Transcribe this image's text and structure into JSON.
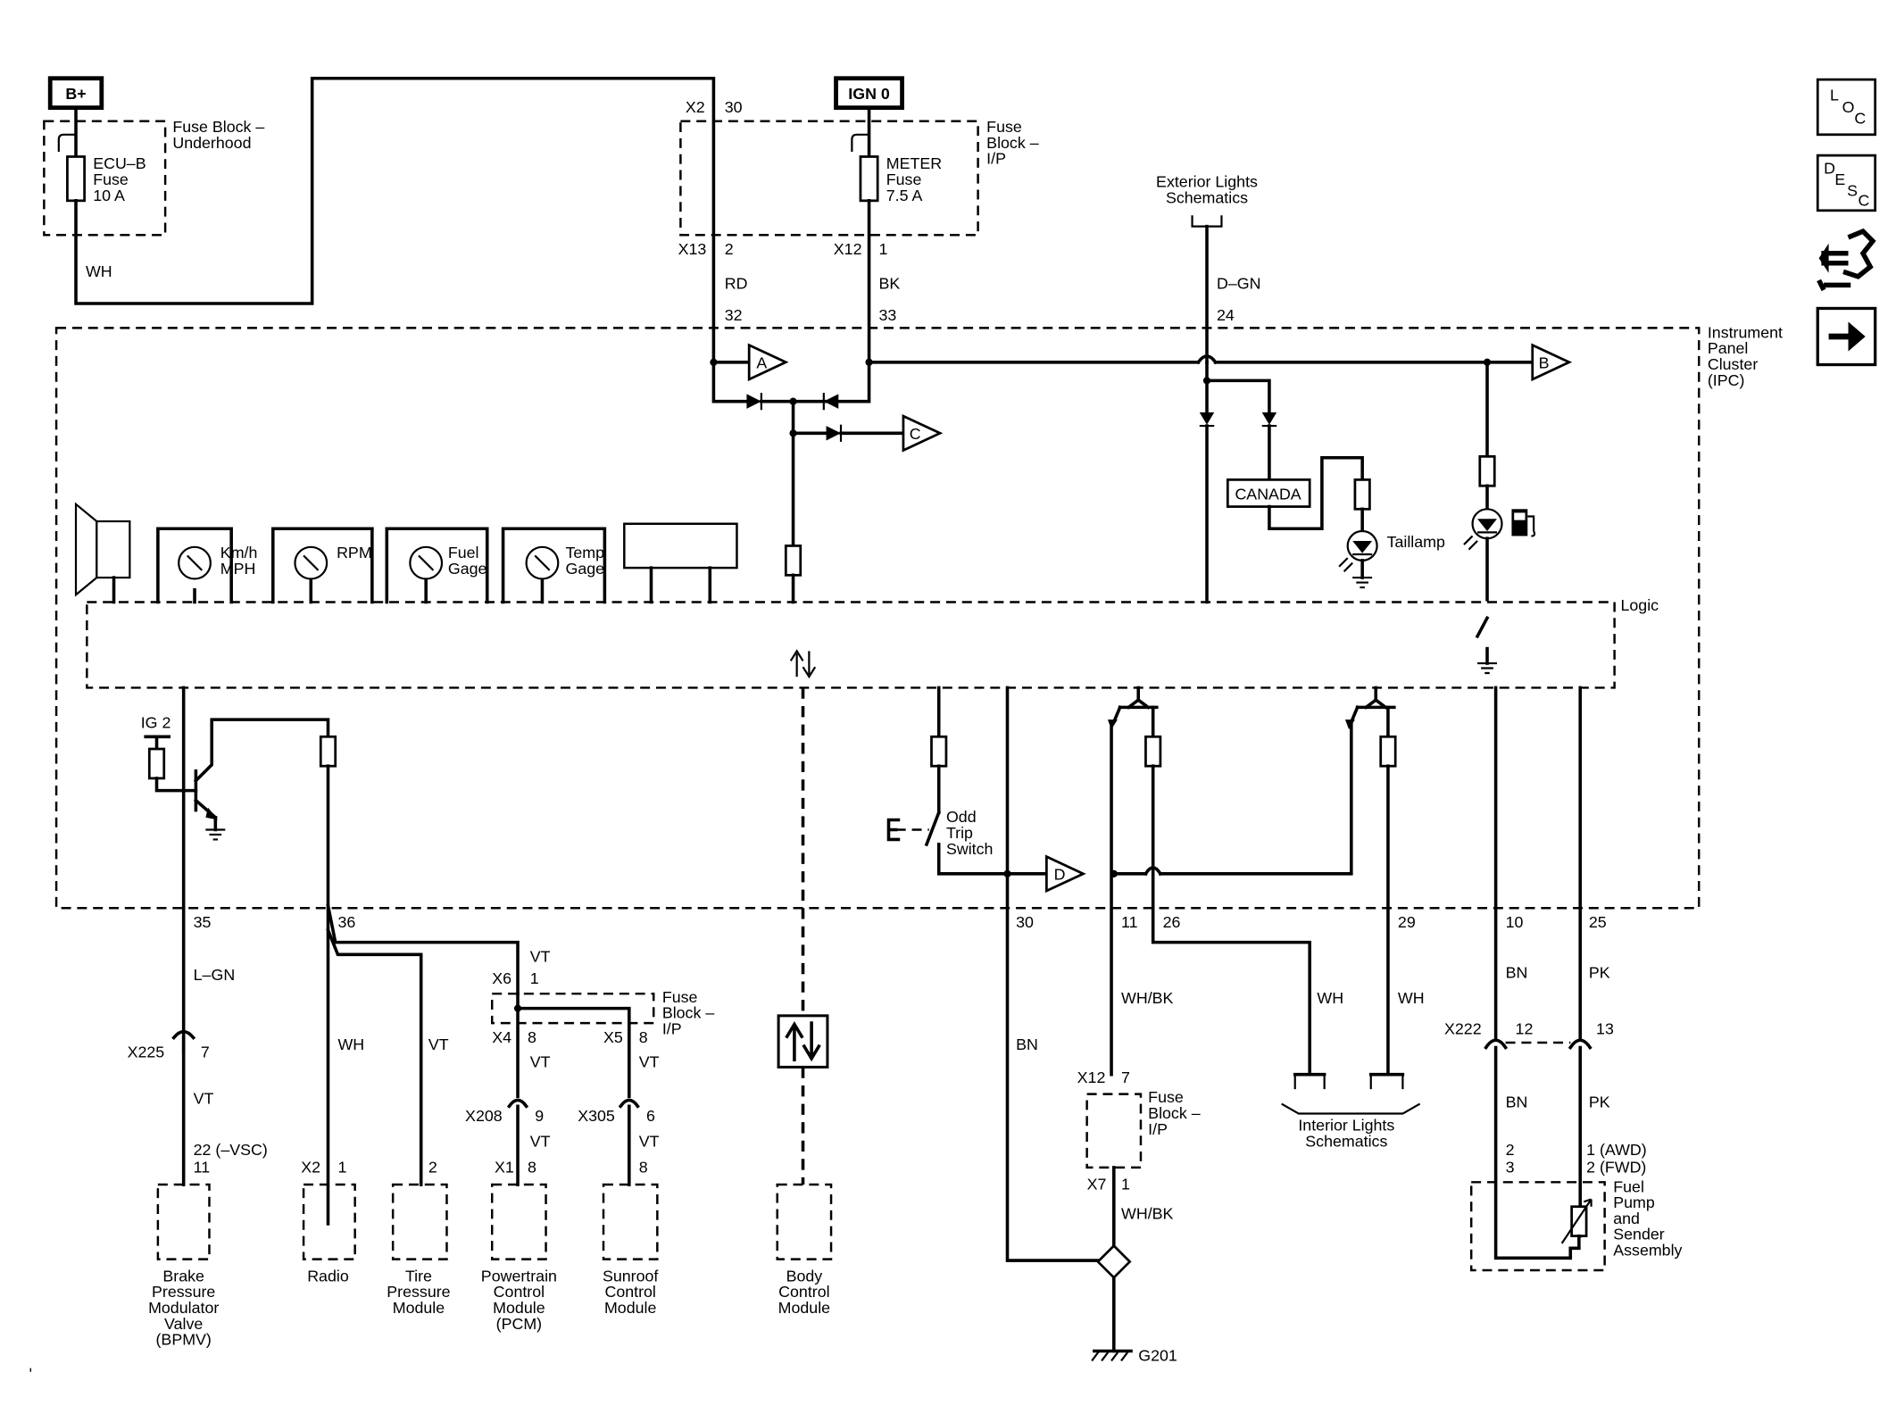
{
  "power": {
    "bplus": "B+",
    "ign0": "IGN 0",
    "fuse_block_underhood": [
      "Fuse Block –",
      "Underhood"
    ],
    "ecu_fuse": [
      "ECU–B",
      "Fuse",
      "10 A"
    ],
    "fuse_block_ip_top": [
      "Fuse",
      "Block –",
      "I/P"
    ],
    "meter_fuse": [
      "METER",
      "Fuse",
      "7.5 A"
    ]
  },
  "connectors_top": {
    "x2": "X2",
    "x2_pin": "30",
    "x13": "X13",
    "x13_pin": "2",
    "x12": "X12",
    "x12_pin": "1",
    "wh": "WH",
    "rd": "RD",
    "bk": "BK",
    "pin32": "32",
    "pin33": "33"
  },
  "exterior": {
    "title": [
      "Exterior Lights",
      "Schematics"
    ],
    "wire": "D–GN",
    "pin": "24"
  },
  "ipc": {
    "title": [
      "Instrument",
      "Panel",
      "Cluster",
      "(IPC)"
    ],
    "logic": "Logic",
    "canada": "CANADA",
    "taillamp": "Taillamp",
    "gauges": {
      "speedo": [
        "Km/h",
        "MPH"
      ],
      "rpm": "RPM",
      "fuel": [
        "Fuel",
        "Gage"
      ],
      "temp": [
        "Temp",
        "Gage"
      ]
    },
    "ig2": "IG 2",
    "odd_trip": [
      "Odd",
      "Trip",
      "Switch"
    ],
    "arrows": {
      "a": "A",
      "b": "B",
      "c": "C",
      "d": "D"
    }
  },
  "pins_bottom": {
    "p35": "35",
    "p36": "36",
    "p30": "30",
    "p11": "11",
    "p26": "26",
    "p29": "29",
    "p10": "10",
    "p25": "25"
  },
  "wires_bottom": {
    "lgn": "L–GN",
    "wh": "WH",
    "vt": "VT",
    "bn": "BN",
    "whbk": "WH/BK",
    "pk": "PK"
  },
  "connectors_bottom": {
    "x225": "X225",
    "x225_pin": "7",
    "vt_after_x225": "VT",
    "bpmv_pins": [
      "22 (–VSC)",
      "11"
    ],
    "radio_conn": "X2",
    "radio_pin": "1",
    "tpm_pin": "2",
    "x6": "X6",
    "x6_pin": "1",
    "vt_x6": "VT",
    "fuse_block_ip_mid": [
      "Fuse",
      "Block –",
      "I/P"
    ],
    "x4": "X4",
    "x4_pin": "8",
    "x5": "X5",
    "x5_pin": "8",
    "vt_x4": "VT",
    "vt_x5": "VT",
    "x208": "X208",
    "x208_pin": "9",
    "x305": "X305",
    "x305_pin": "6",
    "vt_x208": "VT",
    "vt_x305": "VT",
    "pcm_conn": "X1",
    "pcm_pin": "8",
    "sunroof_pin": "8",
    "x12b": "X12",
    "x12b_pin": "7",
    "fuse_block_ip_low": [
      "Fuse",
      "Block –",
      "I/P"
    ],
    "x7": "X7",
    "x7_pin": "1",
    "whbk_low": "WH/BK",
    "ground": "G201",
    "x222": "X222",
    "x222_pin12": "12",
    "x222_pin13": "13",
    "bn_low": "BN",
    "pk_low": "PK",
    "fuel_pins_left": [
      "2",
      "3"
    ],
    "fuel_pins_right": [
      "1 (AWD)",
      "2 (FWD)"
    ]
  },
  "modules": {
    "bpmv": [
      "Brake",
      "Pressure",
      "Modulator",
      "Valve",
      "(BPMV)"
    ],
    "radio": "Radio",
    "tpm": [
      "Tire",
      "Pressure",
      "Module"
    ],
    "pcm": [
      "Powertrain",
      "Control",
      "Module",
      "(PCM)"
    ],
    "sunroof": [
      "Sunroof",
      "Control",
      "Module"
    ],
    "bcm": [
      "Body",
      "Control",
      "Module"
    ],
    "interior": [
      "Interior Lights",
      "Schematics"
    ],
    "fuel_pump": [
      "Fuel",
      "Pump",
      "and",
      "Sender",
      "Assembly"
    ]
  },
  "nav": {
    "loc": [
      "L",
      "O",
      "C"
    ],
    "desc": [
      "D",
      "E",
      "S",
      "C"
    ]
  }
}
